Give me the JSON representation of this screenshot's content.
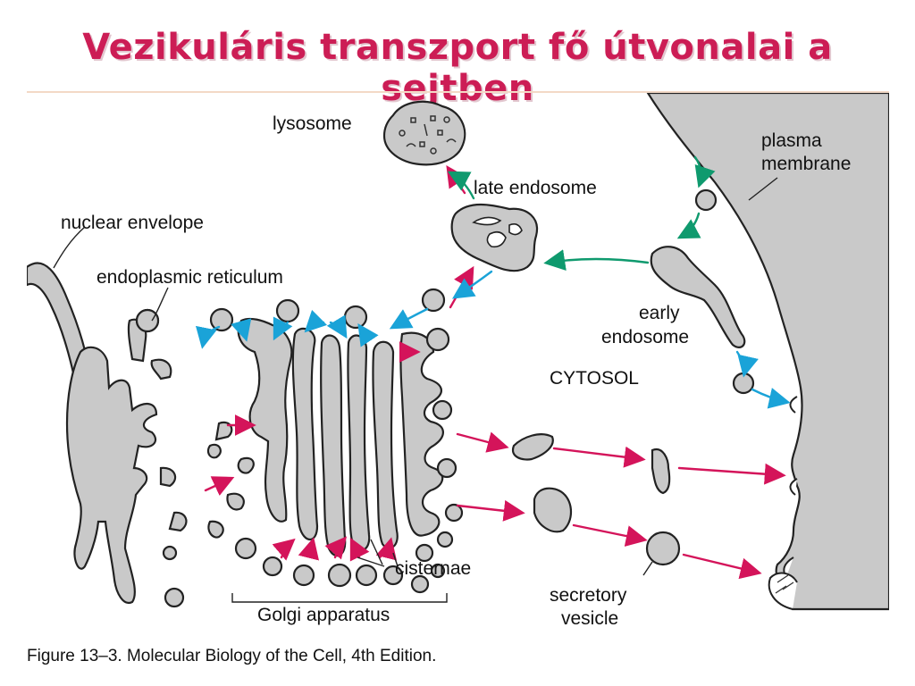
{
  "slide": {
    "title": "Vezikuláris transzport fő útvonalai a sejtben"
  },
  "diagram": {
    "labels": {
      "lysosome": "lysosome",
      "late_endosome": "late endosome",
      "plasma_membrane_1": "plasma",
      "plasma_membrane_2": "membrane",
      "nuclear_envelope": "nuclear envelope",
      "endoplasmic_reticulum": "endoplasmic reticulum",
      "early_endosome_1": "early",
      "early_endosome_2": "endosome",
      "cytosol": "CYTOSOL",
      "cisternae": "cisternae",
      "secretory_vesicle_1": "secretory",
      "secretory_vesicle_2": "vesicle",
      "golgi_apparatus": "Golgi apparatus"
    },
    "colors": {
      "biosynthetic_arrow": "#d4145a",
      "retrieval_arrow": "#1aa3d8",
      "endocytic_arrow": "#0f9a6e",
      "organelle_fill": "#c9c9c9",
      "membrane_fill": "#c4c4c4"
    }
  },
  "caption": "Figure 13–3. Molecular Biology of the Cell, 4th Edition."
}
